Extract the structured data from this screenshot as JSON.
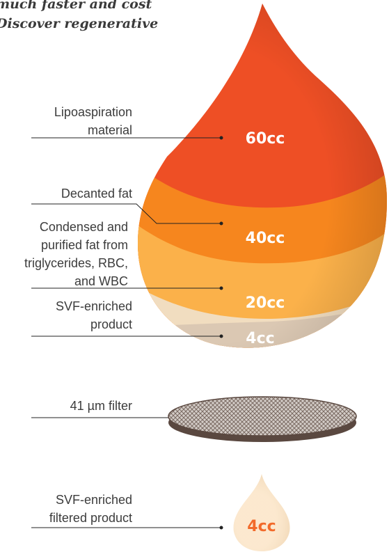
{
  "heading": {
    "line1": "much faster and cost",
    "line2": "Discover regenerative"
  },
  "labels": {
    "lipoaspiration": [
      "Lipoaspiration",
      "material"
    ],
    "decanted": "Decanted fat",
    "condensed": [
      "Condensed and",
      "purified fat from",
      "triglycerides, RBC,",
      "and WBC"
    ],
    "svf_product": [
      "SVF-enriched",
      "product"
    ],
    "filter": "41 µm filter",
    "svf_filtered": [
      "SVF-enriched",
      "filtered product"
    ]
  },
  "volumes": {
    "layer_60": "60cc",
    "layer_40": "40cc",
    "layer_20": "20cc",
    "layer_4": "4cc",
    "final": "4cc"
  },
  "colors": {
    "red_orange": "#ee4f25",
    "orange": "#f6861e",
    "light_orange": "#fbb14a",
    "cream": "#f1ddc0",
    "filter_dark": "#5a4840",
    "final_drop": "#fbe3c3",
    "final_text": "#f26a2a"
  }
}
